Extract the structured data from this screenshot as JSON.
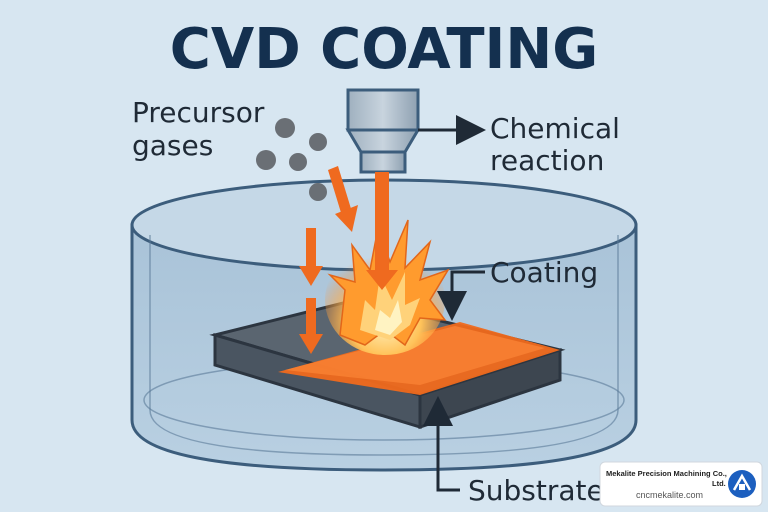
{
  "title": "CVD COATING",
  "labels": {
    "precursor_line1": "Precursor",
    "precursor_line2": "gases",
    "reaction_line1": "Chemical",
    "reaction_line2": "reaction",
    "coating": "Coating",
    "substrate": "Substrate"
  },
  "badge": {
    "company_line1": "Mekalite Precision Machining Co.,",
    "company_line2": "Ltd.",
    "website": "cncmekalite.com"
  },
  "colors": {
    "background": "#d7e6f1",
    "title": "#14304f",
    "chamber_stroke": "#3c5d7c",
    "substrate": "#4a5561",
    "coating": "#f06a1c",
    "arrow": "#ef6a1f",
    "gas_particles": "#6a6f75"
  }
}
